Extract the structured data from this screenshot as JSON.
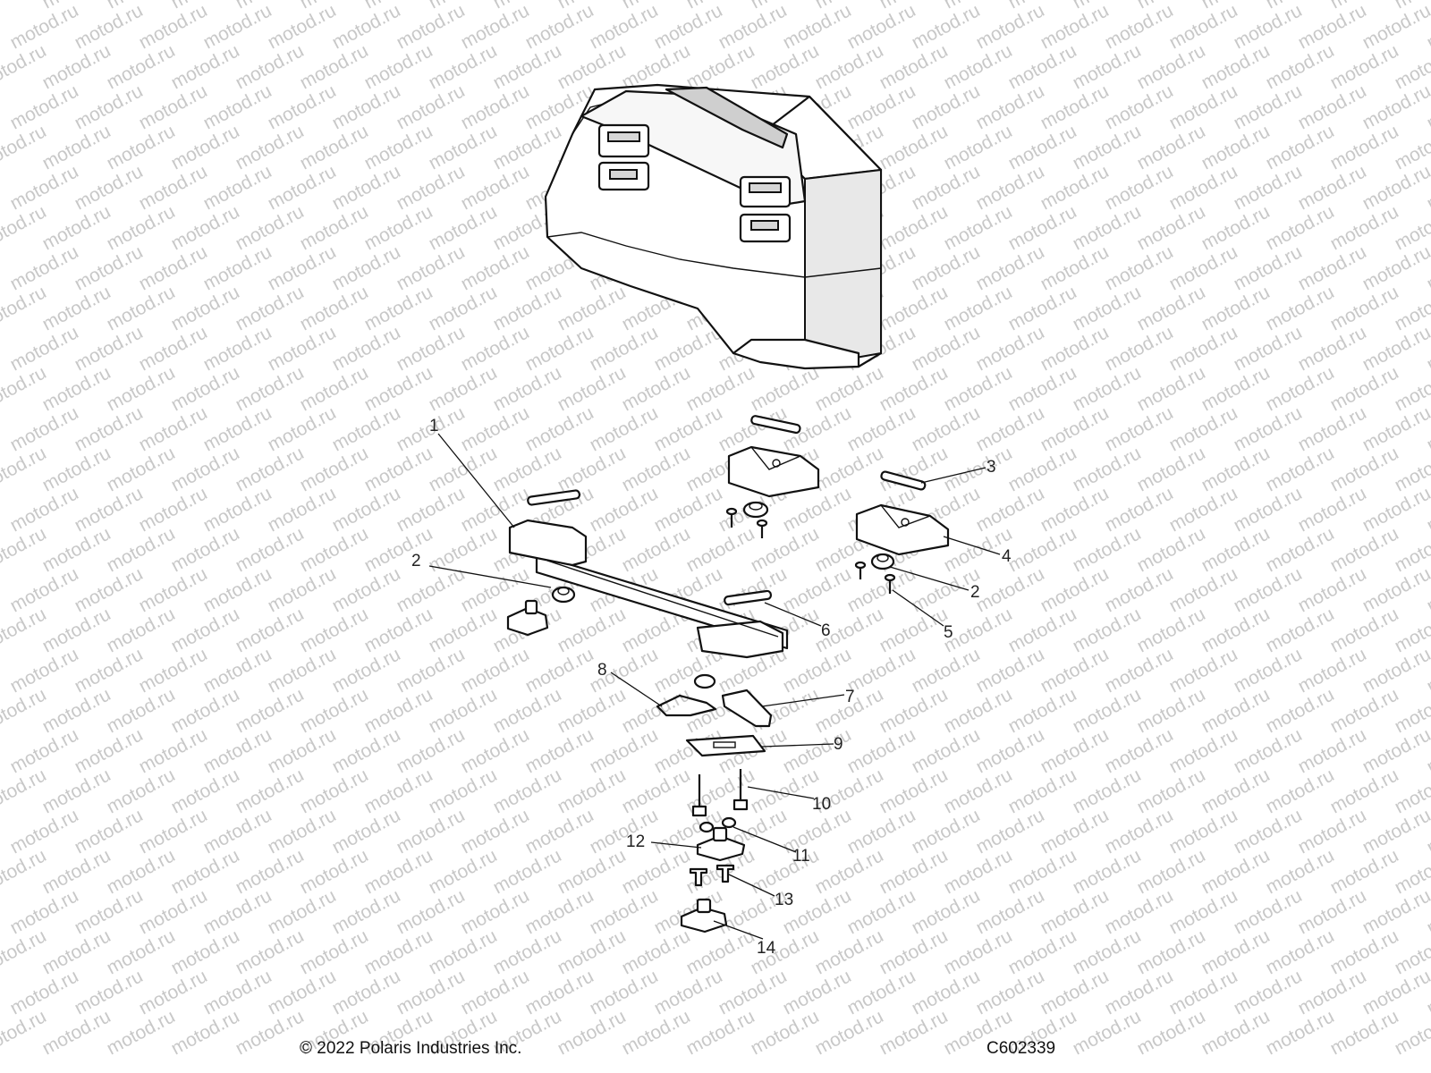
{
  "watermark_text": "motod.ru",
  "callouts": [
    "1",
    "2",
    "3",
    "4",
    "2",
    "5",
    "6",
    "7",
    "8",
    "9",
    "10",
    "11",
    "12",
    "13",
    "14"
  ],
  "footer": {
    "copyright": "© 2022 Polaris Industries Inc.",
    "diagram_code": "C602339"
  }
}
